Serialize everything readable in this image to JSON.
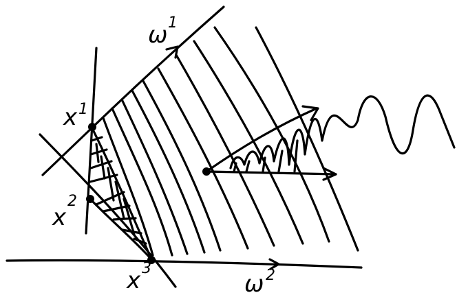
{
  "diagram": {
    "labels": {
      "x1": "x",
      "x1_sup": "1",
      "x2": "x",
      "x2_sup": "2",
      "x3": "x",
      "x3_sup": "3",
      "w1": "ω",
      "w1_sup": "1",
      "w2": "ω",
      "w2_sup": "2"
    },
    "points": [
      "x1",
      "x2",
      "x3",
      "center-point"
    ],
    "style": {
      "ink": "#000000",
      "background": "#ffffff"
    }
  }
}
